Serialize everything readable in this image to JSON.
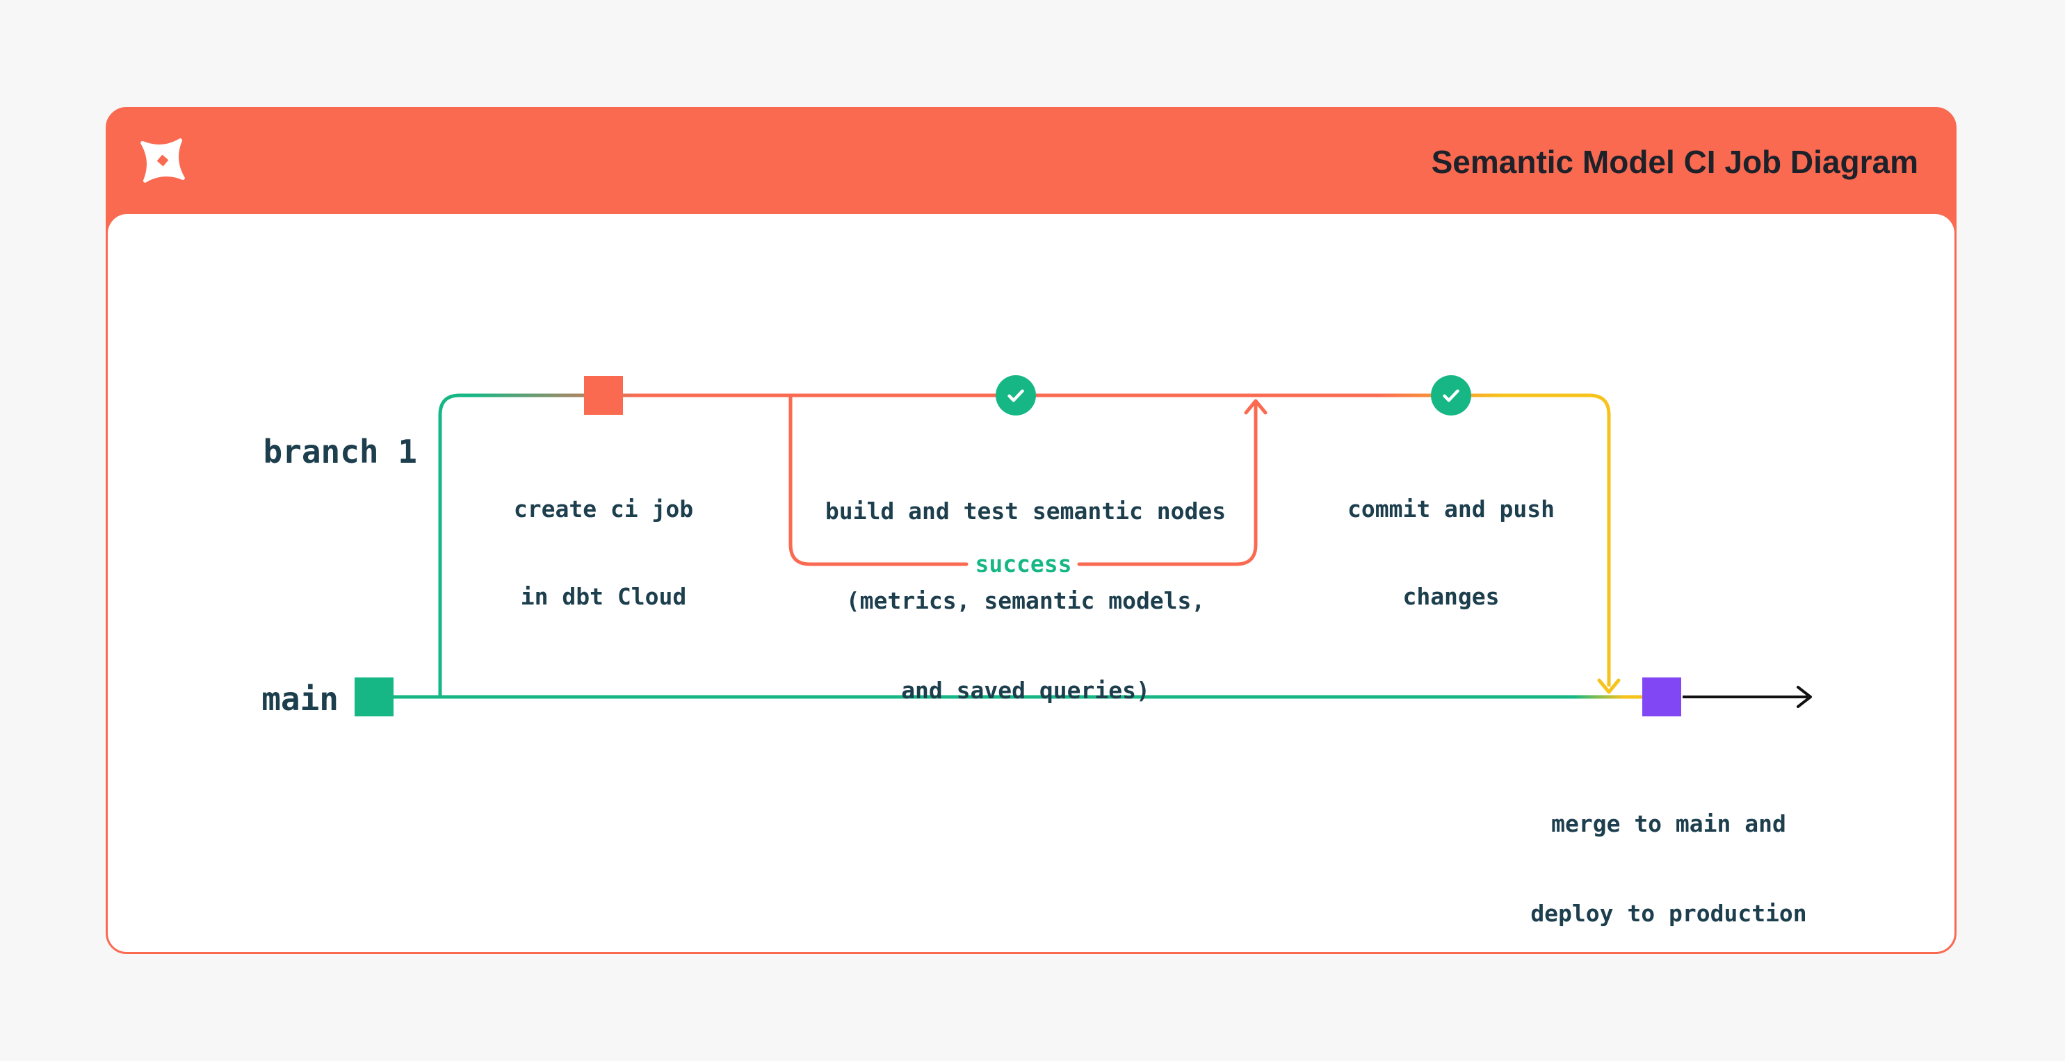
{
  "theme": {
    "colors": {
      "orange": "#FA6A51",
      "green": "#16B784",
      "yellow": "#F6C31C",
      "purple": "#8247F5",
      "dark": "#1C3E4D",
      "title-dark": "#1D2129",
      "page-bg": "#F7F7F8",
      "card-bg": "#FFFFFF",
      "black": "#111111"
    }
  },
  "header": {
    "title": "Semantic Model CI Job Diagram",
    "logo_icon": "dbt-logo"
  },
  "diagram": {
    "branch_label": "branch 1",
    "main_label": "main",
    "success_label": "success",
    "nodes": {
      "create_ci": {
        "lines": [
          "create ci job",
          "in dbt Cloud"
        ],
        "marker": "orange-commit-square"
      },
      "build_test": {
        "lines": [
          "build and test semantic nodes",
          "(metrics, semantic models,",
          "and saved queries)"
        ],
        "marker": "green-check-circle"
      },
      "commit_push": {
        "lines": [
          "commit and push",
          "changes"
        ],
        "marker": "green-check-circle"
      },
      "merge_deploy": {
        "lines": [
          "merge to main and",
          "deploy to production"
        ],
        "marker": "purple-merge-square"
      }
    }
  }
}
